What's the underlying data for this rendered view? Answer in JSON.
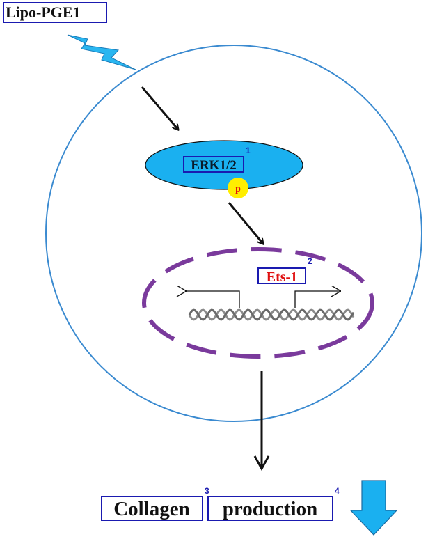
{
  "colors": {
    "cell_border": "#3a8ad0",
    "lightning": "#29b6f0",
    "erk_fill": "#1ab0f0",
    "phospho_fill": "#ffee00",
    "phospho_text": "#e01010",
    "nucleus_border": "#7a3a9c",
    "ets_text": "#e01010",
    "box_outline": "#1a1ab0",
    "down_arrow": "#1ab0f0",
    "dna": "#8a8a8a",
    "text": "#111111"
  },
  "labels": {
    "lipo": "Lipo-PGE1",
    "erk": "ERK1/2",
    "phospho": "p",
    "ets": "Ets-1",
    "collagen": "Collagen",
    "production": "production"
  },
  "markers": {
    "m1": "1",
    "m2": "2",
    "m3": "3",
    "m4": "4"
  },
  "icons": {
    "lightning": "lightning-icon",
    "down_arrow": "down-arrow-icon"
  }
}
